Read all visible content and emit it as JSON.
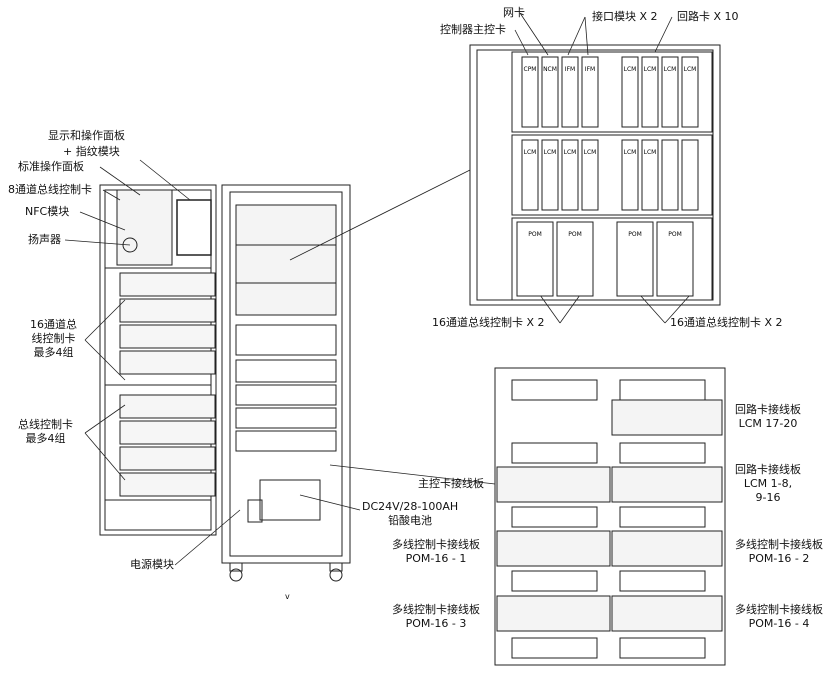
{
  "labels": {
    "display_panel": "显示和操作面板",
    "fingerprint": "+ 指纹模块",
    "std_panel": "标准操作面板",
    "bus8": "8通道总线控制卡",
    "nfc": "NFC模块",
    "speaker": "扬声器",
    "bus16_l1": "16通道总",
    "bus16_l2": "线控制卡",
    "bus16_l3": "最多4组",
    "bus_l1": "总线控制卡",
    "bus_l2": "最多4组",
    "power": "电源模块",
    "battery_l1": "DC24V/28-100AH",
    "battery_l2": "铅酸电池",
    "net_card": "网卡",
    "main_card": "控制器主控卡",
    "interface": "接口模块 X 2",
    "loop_cards": "回路卡 X 10",
    "bus16_x2_left": "16通道总线控制卡 X 2",
    "bus16_x2_right": "16通道总线控制卡 X 2",
    "main_board": "主控卡接线板",
    "lcm_board_a1": "回路卡接线板",
    "lcm_board_a2": "LCM 17-20",
    "lcm_board_b1": "回路卡接线板",
    "lcm_board_b2": "LCM 1-8,",
    "lcm_board_b3": "9-16",
    "pom1_a": "多线控制卡接线板",
    "pom1_b": "POM-16 - 1",
    "pom2_a": "多线控制卡接线板",
    "pom2_b": "POM-16 - 2",
    "pom3_a": "多线控制卡接线板",
    "pom3_b": "POM-16 - 3",
    "pom4_a": "多线控制卡接线板",
    "pom4_b": "POM-16 - 4",
    "mark_v": "v"
  },
  "rack": {
    "row1": [
      "CPM",
      "NCM",
      "IFM",
      "IFM",
      "LCM",
      "LCM",
      "LCM",
      "LCM"
    ],
    "row2": [
      "LCM",
      "LCM",
      "LCM",
      "LCM",
      "LCM",
      "LCM",
      "",
      ""
    ],
    "row3": [
      "POM",
      "POM",
      "POM",
      "POM"
    ]
  }
}
